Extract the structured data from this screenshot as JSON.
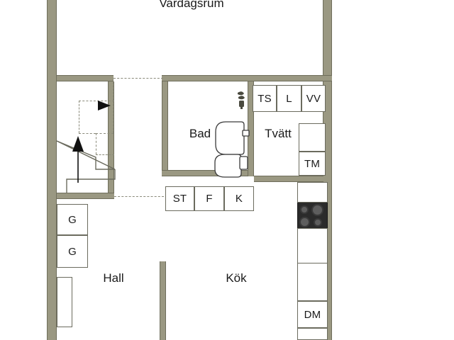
{
  "plan": {
    "title": "Vardagsrum",
    "wall_color": "#9a9882",
    "line_color": "#6b6b5e",
    "bg_color": "#ffffff",
    "rooms": [
      {
        "name": "vardagsrum",
        "label": "Vardagsrum"
      },
      {
        "name": "bad",
        "label": "Bad"
      },
      {
        "name": "tvatt",
        "label": "Tvätt"
      },
      {
        "name": "hall",
        "label": "Hall"
      },
      {
        "name": "kok",
        "label": "Kök"
      }
    ],
    "fixtures": [
      {
        "name": "cabinet-ts",
        "label": "TS"
      },
      {
        "name": "cabinet-l",
        "label": "L"
      },
      {
        "name": "cabinet-vv",
        "label": "VV"
      },
      {
        "name": "appliance-tm",
        "label": "TM"
      },
      {
        "name": "cabinet-st",
        "label": "ST"
      },
      {
        "name": "appliance-f",
        "label": "F"
      },
      {
        "name": "appliance-k",
        "label": "K"
      },
      {
        "name": "appliance-dm",
        "label": "DM"
      },
      {
        "name": "wardrobe-g-upper",
        "label": "G"
      },
      {
        "name": "wardrobe-g-lower",
        "label": "G"
      }
    ],
    "symbols": [
      {
        "name": "stair-up-arrow",
        "kind": "arrow-up"
      },
      {
        "name": "stair-dir-arrow",
        "kind": "arrow-right"
      },
      {
        "name": "wc-toilet",
        "kind": "toilet"
      },
      {
        "name": "wc-washbasin",
        "kind": "basin"
      },
      {
        "name": "shower-mixer",
        "kind": "mixer"
      },
      {
        "name": "kitchen-stove",
        "kind": "stove-4-burner"
      },
      {
        "name": "kitchen-double-sink",
        "kind": "double-sink"
      },
      {
        "name": "laundry-drum",
        "kind": "washer-drum"
      }
    ]
  }
}
